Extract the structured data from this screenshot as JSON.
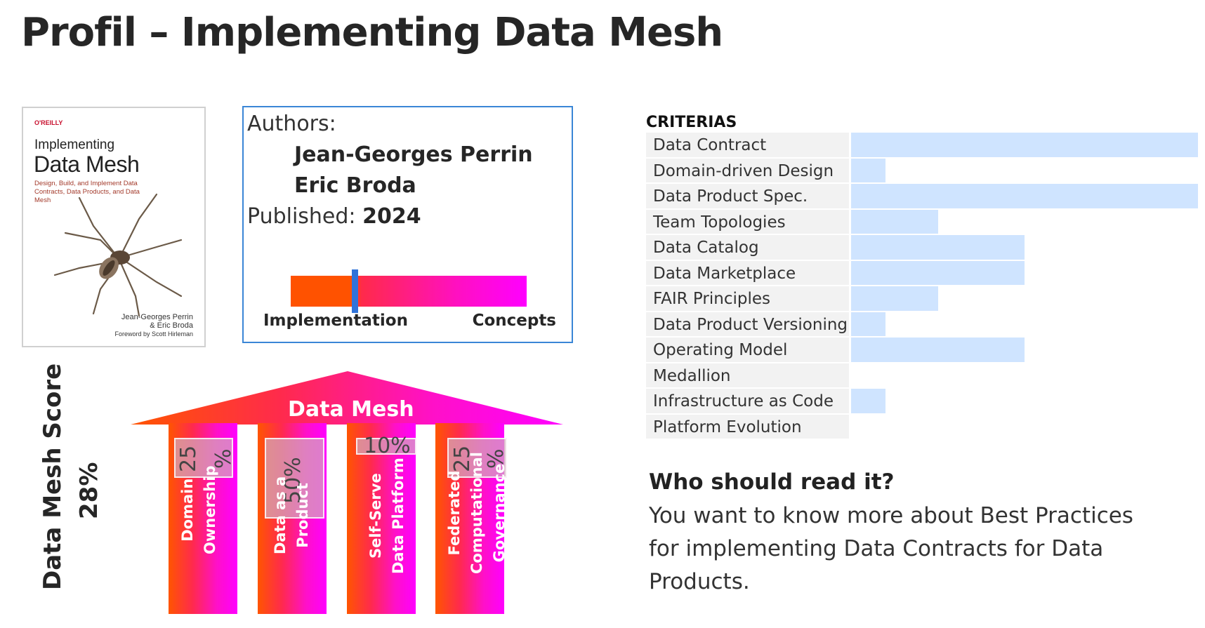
{
  "title": "Profil – Implementing Data Mesh",
  "cover": {
    "publisher": "O'REILLY",
    "title_line1": "Implementing",
    "title_line2": "Data Mesh",
    "subtitle": "Design, Build, and Implement Data Contracts, Data Products, and Data Mesh",
    "author_line1": "Jean-Georges Perrin",
    "author_line2": "& Eric Broda",
    "foreword": "Foreword by Scott Hirleman"
  },
  "info": {
    "authors_label": "Authors:",
    "author1": "Jean-Georges Perrin",
    "author2": "Eric Broda",
    "published_label": "Published:",
    "year": "2024",
    "scale_left": "Implementation",
    "scale_right": "Concepts",
    "scale_position": 0.27
  },
  "criterias": {
    "title": "CRITERIAS",
    "items": [
      {
        "label": "Data Contract",
        "value": 1.0
      },
      {
        "label": "Domain-driven Design",
        "value": 0.1
      },
      {
        "label": "Data Product Spec.",
        "value": 1.0
      },
      {
        "label": "Team Topologies",
        "value": 0.25
      },
      {
        "label": "Data Catalog",
        "value": 0.5
      },
      {
        "label": "Data Marketplace",
        "value": 0.5
      },
      {
        "label": "FAIR Principles",
        "value": 0.25
      },
      {
        "label": "Data Product Versioning",
        "value": 0.1
      },
      {
        "label": "Operating Model",
        "value": 0.5
      },
      {
        "label": "Medallion",
        "value": 0
      },
      {
        "label": "Infrastructure as Code",
        "value": 0.1
      },
      {
        "label": "Platform Evolution",
        "value": 0
      }
    ]
  },
  "who": {
    "heading": "Who should read it?",
    "text": "You want to know more about Best Practices for implementing Data Contracts for Data Products."
  },
  "score": {
    "label": "Data Mesh Score",
    "value": "28%"
  },
  "mesh": {
    "title": "Data Mesh",
    "pillars": [
      {
        "line1": "Domain",
        "line2": "Ownership",
        "pct_num": "25",
        "pct_sign": "%"
      },
      {
        "line1": "Data as a",
        "line2": "Product",
        "pct": "50%"
      },
      {
        "line1": "Self-Serve",
        "line2": "Data Platform",
        "pct": "10%"
      },
      {
        "line1": "Federated",
        "line2": "Computational",
        "line3": "Governance",
        "pct_num": "25",
        "pct_sign": "%"
      }
    ]
  }
}
